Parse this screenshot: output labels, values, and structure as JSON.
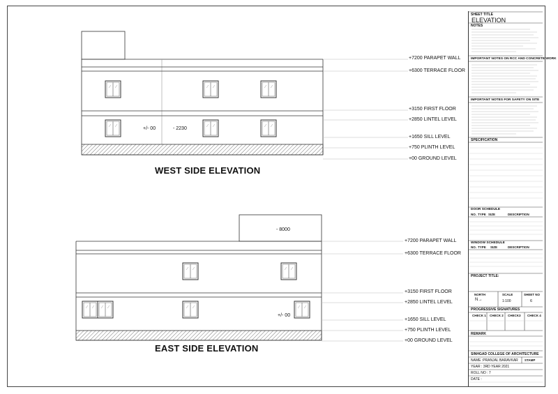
{
  "west": {
    "title": "WEST SIDE ELEVATION",
    "levels": [
      "+7200 PARAPET WALL",
      "+6300 TERRACE FLOOR",
      "+3150 FIRST FLOOR",
      "+2850 LINTEL LEVEL",
      "+1650 SILL LEVEL",
      "+750 PLINTH LEVEL",
      "+00  GROUND LEVEL"
    ],
    "marks": [
      "+/- 00",
      "- 2230"
    ]
  },
  "east": {
    "title": "EAST SIDE ELEVATION",
    "levels": [
      "+7200 PARAPET WALL",
      "+6300 TERRACE FLOOR",
      "+3150 FIRST FLOOR",
      "+2850 LINTEL LEVEL",
      "+1650 SILL LEVEL",
      "+750 PLINTH LEVEL",
      "+00  GROUND LEVEL"
    ],
    "marks": [
      "- 8000",
      "+/- 00"
    ]
  },
  "titleblock": {
    "sheet_title_label": "SHEET TITLE",
    "sheet_title": "ELEVATION",
    "notes": "NOTES",
    "rcc_notes": "IMPORTANT NOTES ON RCC AND CONCRETE WORK",
    "safety_notes": "IMPORTANT NOTES FOR SAFETY ON SITE",
    "specification": "SPECIFICATION",
    "door_schedule": "DOOR SCHEDULE",
    "window_schedule": "WINDOW SCHEDULE",
    "sched_cols": [
      "NO.",
      "TYPE",
      "SIZE",
      "DESCRIPTION"
    ],
    "project_title": "PROJECT TITLE:",
    "north": "NORTH",
    "north_arrow": "N",
    "scale_label": "SCALE",
    "scale": "1:100",
    "sheet_no_label": "SHEET NO",
    "sheet_no": "6",
    "progressive": "PROGRESSIVE SIGNATURES",
    "checks": [
      "CHECK 1",
      "CHECK 2",
      "CHECK3",
      "CHECK 4"
    ],
    "remark": "REMARK",
    "college": "SINHGAD COLLEGE OF ARCHITECTURE",
    "name": "NAME :PRANJAL BARAVKAR",
    "stamp": "STAMP",
    "year": "YEAR : 3RD YEAR 2021",
    "roll": "ROLL NO :  7",
    "date": "DATE :"
  }
}
